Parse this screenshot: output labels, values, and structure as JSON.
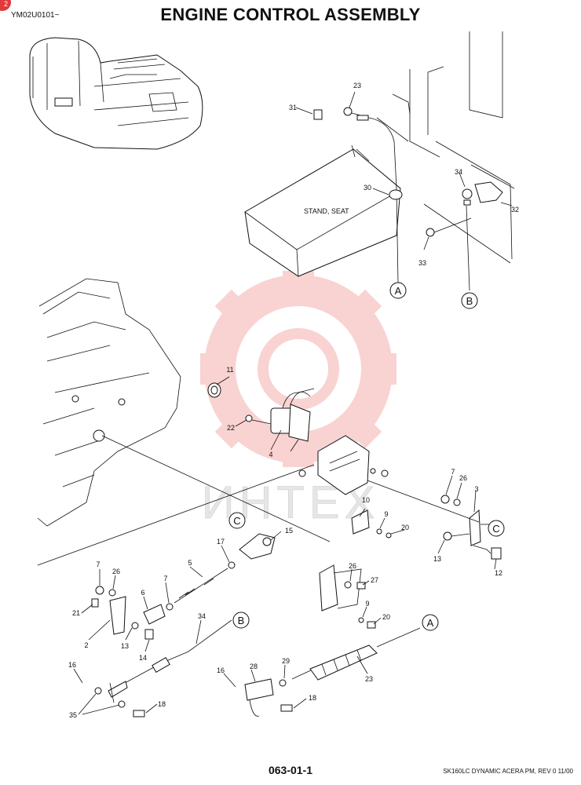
{
  "header": {
    "badge": "2",
    "model_code": "YM02U0101~",
    "title": "ENGINE CONTROL ASSEMBLY"
  },
  "callouts": [
    {
      "id": "c23a",
      "text": "23"
    },
    {
      "id": "c31",
      "text": "31"
    },
    {
      "id": "c30",
      "text": "30"
    },
    {
      "id": "c34a",
      "text": "34"
    },
    {
      "id": "c32",
      "text": "32"
    },
    {
      "id": "c33",
      "text": "33"
    },
    {
      "id": "c11",
      "text": "11"
    },
    {
      "id": "c22",
      "text": "22"
    },
    {
      "id": "c4",
      "text": "4"
    },
    {
      "id": "c7a",
      "text": "7"
    },
    {
      "id": "c26a",
      "text": "26"
    },
    {
      "id": "c3",
      "text": "3"
    },
    {
      "id": "c10",
      "text": "10"
    },
    {
      "id": "c9a",
      "text": "9"
    },
    {
      "id": "c20a",
      "text": "20"
    },
    {
      "id": "c13a",
      "text": "13"
    },
    {
      "id": "c12",
      "text": "12"
    },
    {
      "id": "c15",
      "text": "15"
    },
    {
      "id": "c17",
      "text": "17"
    },
    {
      "id": "c5",
      "text": "5"
    },
    {
      "id": "c7b",
      "text": "7"
    },
    {
      "id": "c26b",
      "text": "26"
    },
    {
      "id": "c6",
      "text": "6"
    },
    {
      "id": "c7c",
      "text": "7"
    },
    {
      "id": "c21",
      "text": "21"
    },
    {
      "id": "c2",
      "text": "2"
    },
    {
      "id": "c13b",
      "text": "13"
    },
    {
      "id": "c14",
      "text": "14"
    },
    {
      "id": "c34b",
      "text": "34"
    },
    {
      "id": "c26c",
      "text": "26"
    },
    {
      "id": "c27",
      "text": "27"
    },
    {
      "id": "c9b",
      "text": "9"
    },
    {
      "id": "c20b",
      "text": "20"
    },
    {
      "id": "c16a",
      "text": "16"
    },
    {
      "id": "c35",
      "text": "35"
    },
    {
      "id": "c18a",
      "text": "18"
    },
    {
      "id": "c16b",
      "text": "16"
    },
    {
      "id": "c28",
      "text": "28"
    },
    {
      "id": "c29",
      "text": "29"
    },
    {
      "id": "c18b",
      "text": "18"
    },
    {
      "id": "c23b",
      "text": "23"
    }
  ],
  "connectors": {
    "a": "A",
    "b": "B",
    "c": "C"
  },
  "stand_label": "STAND, SEAT",
  "watermark": {
    "text": "ИНТЕХ",
    "color": "#f3b3b3"
  },
  "footer": {
    "page_number": "063-01-1",
    "revision": "SK160LC DYNAMIC ACERA PM,  REV 0 11/00"
  }
}
